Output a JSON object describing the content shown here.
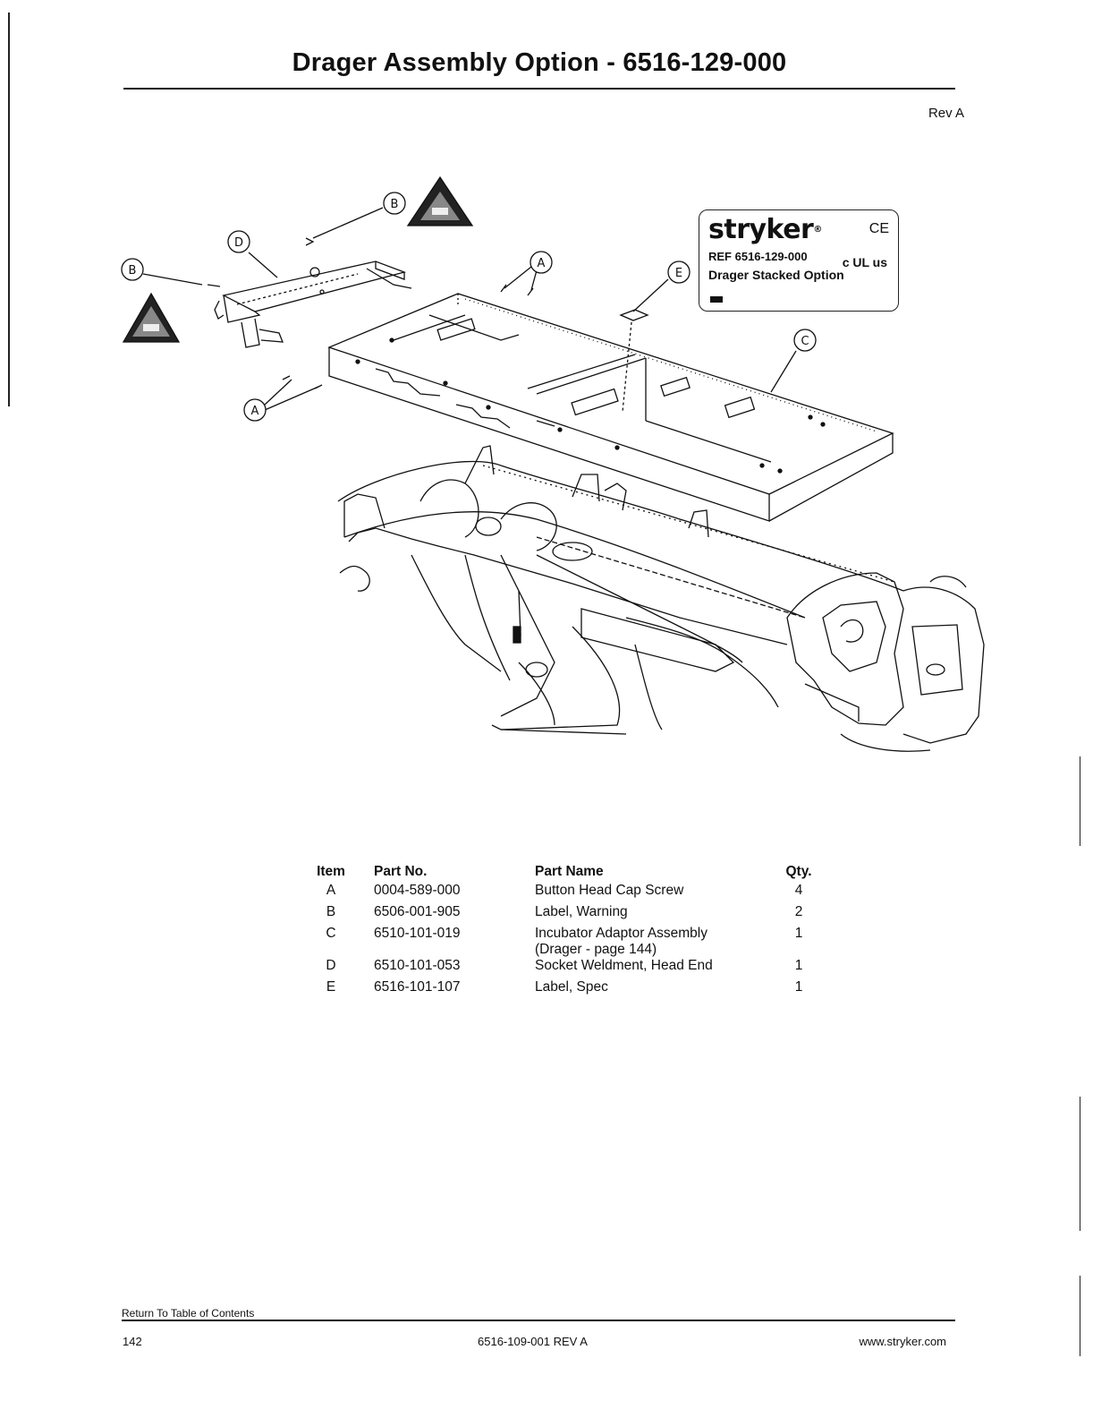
{
  "header": {
    "title": "Drager Assembly Option - 6516-129-000",
    "revision": "Rev A"
  },
  "diagram": {
    "callouts": [
      "A",
      "A",
      "B",
      "B",
      "C",
      "D",
      "E"
    ],
    "spec_label": {
      "brand": "stryker",
      "ref": "REF 6516-129-000",
      "name": "Drager Stacked Option",
      "ce_mark": "CE",
      "ul_mark": "c UL us"
    }
  },
  "parts_table": {
    "headers": {
      "item": "Item",
      "part_no": "Part No.",
      "part_name": "Part Name",
      "qty": "Qty."
    },
    "rows": [
      {
        "item": "A",
        "part_no": "0004-589-000",
        "part_name": "Button Head Cap Screw",
        "part_name_2": "",
        "qty": "4"
      },
      {
        "item": "B",
        "part_no": "6506-001-905",
        "part_name": "Label, Warning",
        "part_name_2": "",
        "qty": "2"
      },
      {
        "item": "C",
        "part_no": "6510-101-019",
        "part_name": "Incubator Adaptor Assembly",
        "part_name_2": "(Drager - page 144)",
        "qty": "1"
      },
      {
        "item": "D",
        "part_no": "6510-101-053",
        "part_name": "Socket Weldment, Head End",
        "part_name_2": "",
        "qty": "1"
      },
      {
        "item": "E",
        "part_no": "6516-101-107",
        "part_name": "Label, Spec",
        "part_name_2": "",
        "qty": "1"
      }
    ]
  },
  "footer": {
    "toc_link": "Return To Table of Contents",
    "page_number": "142",
    "doc_id": "6516-109-001 REV A",
    "url": "www.stryker.com"
  }
}
